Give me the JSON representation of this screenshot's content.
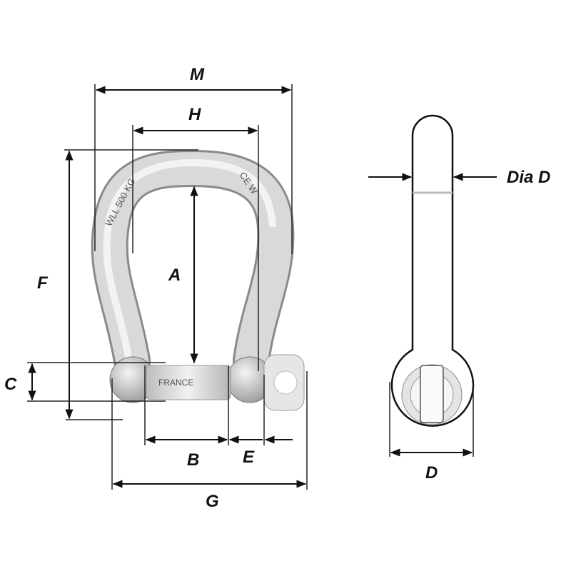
{
  "diagram": {
    "title": "Bow shackle dimensions",
    "labels": {
      "M": "M",
      "H": "H",
      "F": "F",
      "A": "A",
      "C": "C",
      "B": "B",
      "E": "E",
      "G": "G",
      "dia_d": "Dia D",
      "D": "D"
    },
    "engraving": {
      "wll": "WLL 500 KG",
      "ce": "CE W",
      "pin": "FRANCE"
    },
    "colors": {
      "line": "#111111",
      "metal": "#c8c8c8",
      "metal_dark": "#7a7a7a"
    }
  }
}
